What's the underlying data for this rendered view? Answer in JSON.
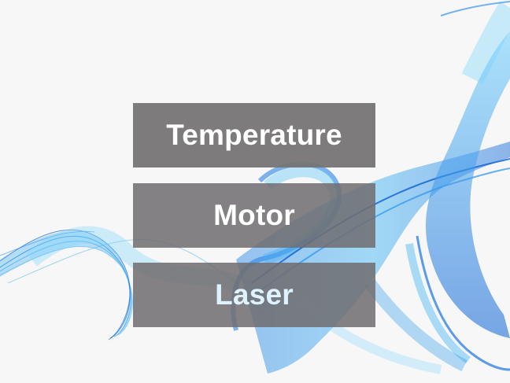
{
  "menu": {
    "items": [
      {
        "label": "Temperature"
      },
      {
        "label": "Motor"
      },
      {
        "label": "Laser"
      }
    ]
  },
  "colors": {
    "background": "#f6f7f6",
    "button_fill": "#767474",
    "button_text": "#ffffff",
    "wave_light": "#7fd4ff",
    "wave_mid": "#2aa3f0",
    "wave_dark": "#0a5fd6"
  },
  "decoration": {
    "background_art": "blue-wave-ribbon"
  }
}
